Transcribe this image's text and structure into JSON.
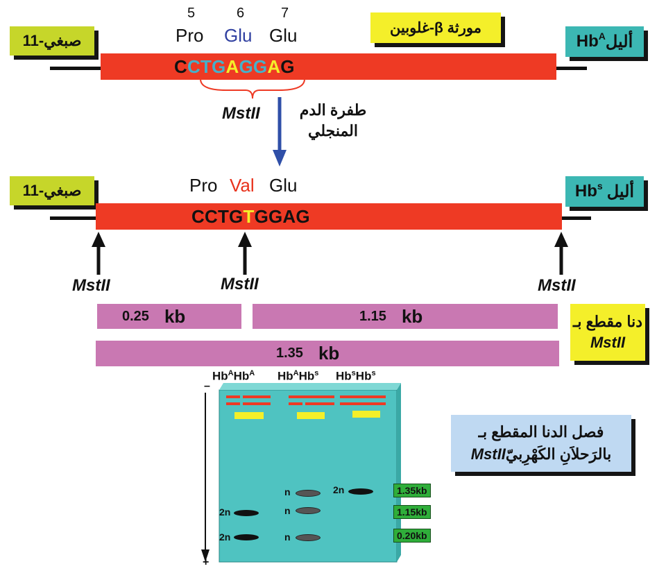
{
  "top": {
    "chrom_label": "صبغي-11",
    "gene_label": "مورثة β-غلوبين",
    "allele_label_text": "أليل",
    "allele_label_hb": "Hb",
    "allele_label_sup": "A",
    "codon_numbers": [
      "5",
      "6",
      "7"
    ],
    "amino_acids": [
      "Pro",
      "Glu",
      "Glu"
    ],
    "sequence": {
      "s1": "C",
      "s2": "CTG",
      "s3": "A",
      "s4": "GG",
      "s5": "A",
      "s6": "G"
    }
  },
  "mutation": {
    "enzyme": "MstII",
    "label_line1": "طفرة الدم",
    "label_line2": "المنجلي"
  },
  "bottom": {
    "chrom_label": "صبغي-11",
    "allele_label_text": "أليل",
    "allele_label_hb": "Hb",
    "allele_label_sup": "s",
    "amino_acids": [
      "Pro",
      "Val",
      "Glu"
    ],
    "sequence": {
      "s1": "CCTG",
      "s2": "T",
      "s3": "GGAG"
    },
    "cut_sites": [
      "MstII",
      "MstII",
      "MstII"
    ]
  },
  "fragments": {
    "left_size": "0.25",
    "right_size": "1.15",
    "whole_size": "1.35",
    "unit": "kb",
    "label_line1": "دنا مقطع بـ",
    "label_line2": "MstII"
  },
  "gel": {
    "lanes": [
      {
        "a": "Hb",
        "a_sup": "A",
        "b": "Hb",
        "b_sup": "A"
      },
      {
        "a": "Hb",
        "a_sup": "A",
        "b": "Hb",
        "b_sup": "s"
      },
      {
        "a": "Hb",
        "a_sup": "s",
        "b": "Hb",
        "b_sup": "s"
      }
    ],
    "minus_sign": "–",
    "plus_sign": "+",
    "band_labels": {
      "lane1_mid": "2n",
      "lane1_low": "2n",
      "lane2_top": "n",
      "lane2_mid": "n",
      "lane2_low": "n",
      "lane3_top": "2n"
    },
    "size_markers": [
      "1.35kb",
      "1.15kb",
      "0.20kb"
    ],
    "caption_line1": "فصل الدنا المقطع بـ",
    "caption_line2_latin": "MstII",
    "caption_line2_arabic": "بالرَحلاَنِ الكَهْرِبيّ"
  },
  "colors": {
    "bar_red": "#ee3a24",
    "lime": "#c6d62a",
    "teal": "#3cb7b3",
    "yellow": "#f4ef2a",
    "fragment_pink": "#c978b2",
    "gel_teal": "#4fc3c1",
    "arrow_blue": "#2f4fa8",
    "seq_teal": "#46b0c9",
    "seq_yellow": "#f4ef2a",
    "val_red": "#e8321c"
  }
}
